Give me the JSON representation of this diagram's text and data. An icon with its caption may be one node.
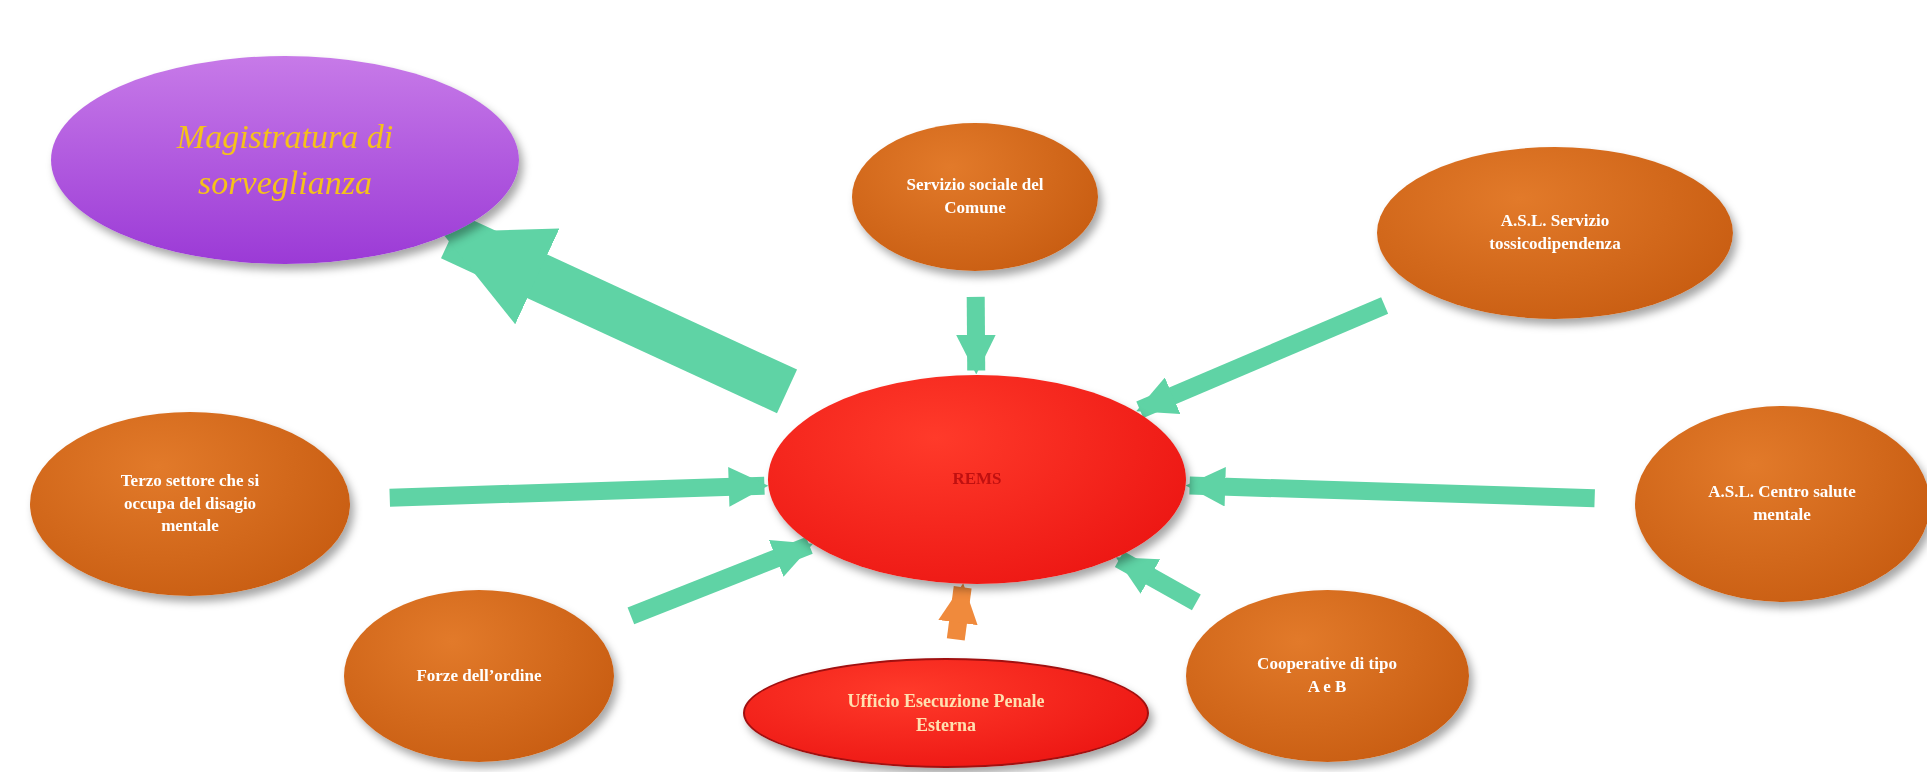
{
  "diagram": {
    "nodes": [
      {
        "text": [
          "Magistratura di sorveglianza"
        ]
      },
      {
        "text": [
          "Servizio sociale del Comune"
        ]
      },
      {
        "text": [
          "A.S.L. Servizio tossicodipendenza"
        ]
      },
      {
        "text": [
          "Terzo settore che si occupa del disagio mentale"
        ]
      },
      {
        "text": [
          "REMS"
        ]
      },
      {
        "text": [
          "A.S.L. Centro salute mentale"
        ]
      },
      {
        "text": [
          "Forze dell’ordine"
        ]
      },
      {
        "text": [
          "Ufficio Esecuzione Penale Esterna"
        ]
      },
      {
        "text": [
          "Cooperative di tipo A e B"
        ]
      }
    ],
    "edges": [
      {
        "from": 4,
        "to": 0,
        "arrow": "to",
        "style": "thick"
      },
      {
        "from": 1,
        "to": 4,
        "arrow": "to"
      },
      {
        "from": 2,
        "to": 4,
        "arrow": "to"
      },
      {
        "from": 3,
        "to": 4,
        "arrow": "to"
      },
      {
        "from": 5,
        "to": 4,
        "arrow": "to"
      },
      {
        "from": 6,
        "to": 4,
        "arrow": "to"
      },
      {
        "from": 7,
        "to": 4,
        "arrow": "to",
        "color": "#f08a3c"
      },
      {
        "from": 8,
        "to": 4,
        "arrow": "to"
      }
    ]
  }
}
